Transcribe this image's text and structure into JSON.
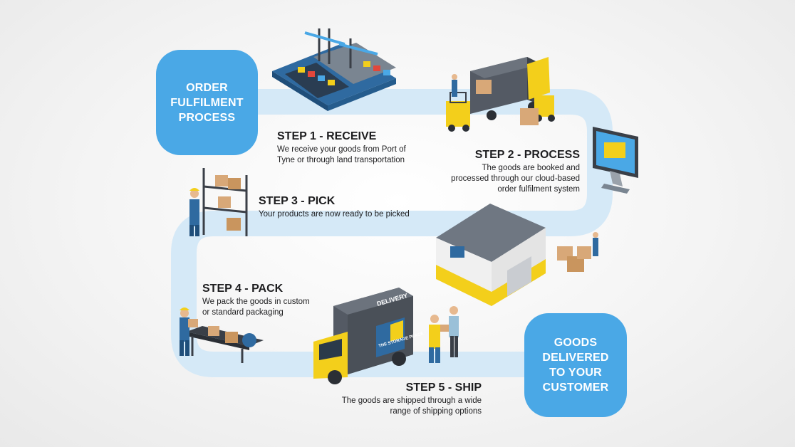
{
  "start_badge": {
    "text": "ORDER\nFULFILMENT\nPROCESS"
  },
  "end_badge": {
    "text": "GOODS\nDELIVERED\nTO YOUR\nCUSTOMER"
  },
  "steps": [
    {
      "title": "STEP 1 - RECEIVE",
      "desc": "We receive your goods from Port of\nTyne or through land transportation"
    },
    {
      "title": "STEP 2 - PROCESS",
      "desc": "The goods are booked and\nprocessed through our cloud-based\norder fulfilment system"
    },
    {
      "title": "STEP 3 - PICK",
      "desc": "Your products are now ready to be picked"
    },
    {
      "title": "STEP 4 - PACK",
      "desc": "We pack the goods in custom\nor standard packaging"
    },
    {
      "title": "STEP 5 - SHIP",
      "desc": "The goods are shipped through a wide\nrange of shipping options"
    }
  ],
  "artwork": {
    "truck_side_text": "DELIVERY",
    "truck_logo_text": "THE STORAGE PLACE"
  },
  "colors": {
    "badge_blue": "#4aa8e6",
    "path_blue": "#d5e9f7",
    "accent_yellow": "#f3cf1b",
    "truck_grey": "#545a64",
    "text_dark": "#1d1d1f"
  },
  "icons": [
    "port-ship-illustration",
    "unloading-truck-illustration",
    "computer-monitor-icon",
    "warehouse-illustration",
    "picking-shelves-illustration",
    "packing-conveyor-illustration",
    "delivery-truck-illustration",
    "handover-people-illustration"
  ]
}
